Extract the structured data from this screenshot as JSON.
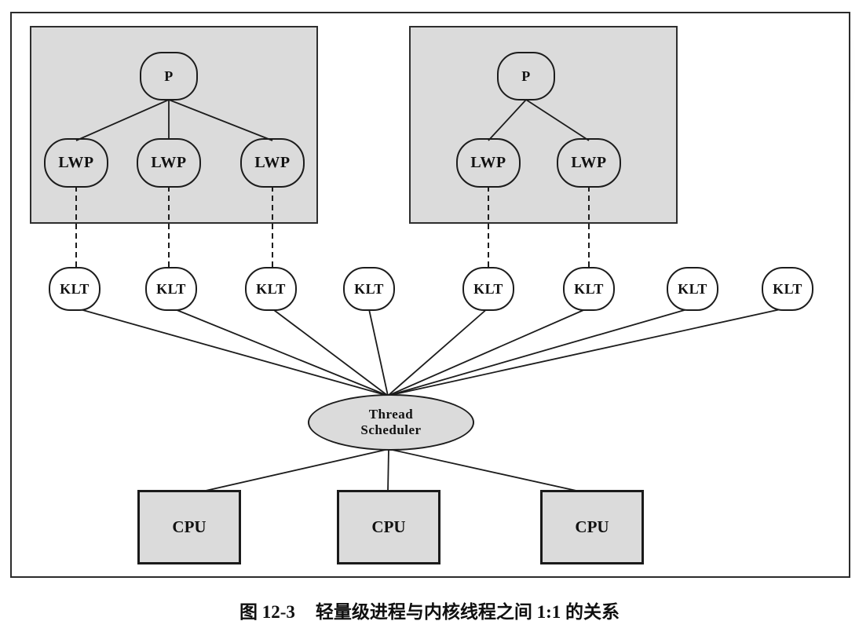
{
  "diagram": {
    "processes": [
      {
        "label": "P",
        "lwps": [
          "LWP",
          "LWP",
          "LWP"
        ]
      },
      {
        "label": "P",
        "lwps": [
          "LWP",
          "LWP"
        ]
      }
    ],
    "klts": [
      "KLT",
      "KLT",
      "KLT",
      "KLT",
      "KLT",
      "KLT",
      "KLT",
      "KLT"
    ],
    "scheduler": {
      "line1": "Thread",
      "line2": "Scheduler"
    },
    "cpus": [
      "CPU",
      "CPU",
      "CPU"
    ],
    "colors": {
      "shaded_fill": "#dbdbdb",
      "stroke": "#1c1c1c",
      "background": "#ffffff"
    }
  },
  "caption": {
    "number": "图 12-3",
    "text": "轻量级进程与内核线程之间 1:1 的关系"
  }
}
